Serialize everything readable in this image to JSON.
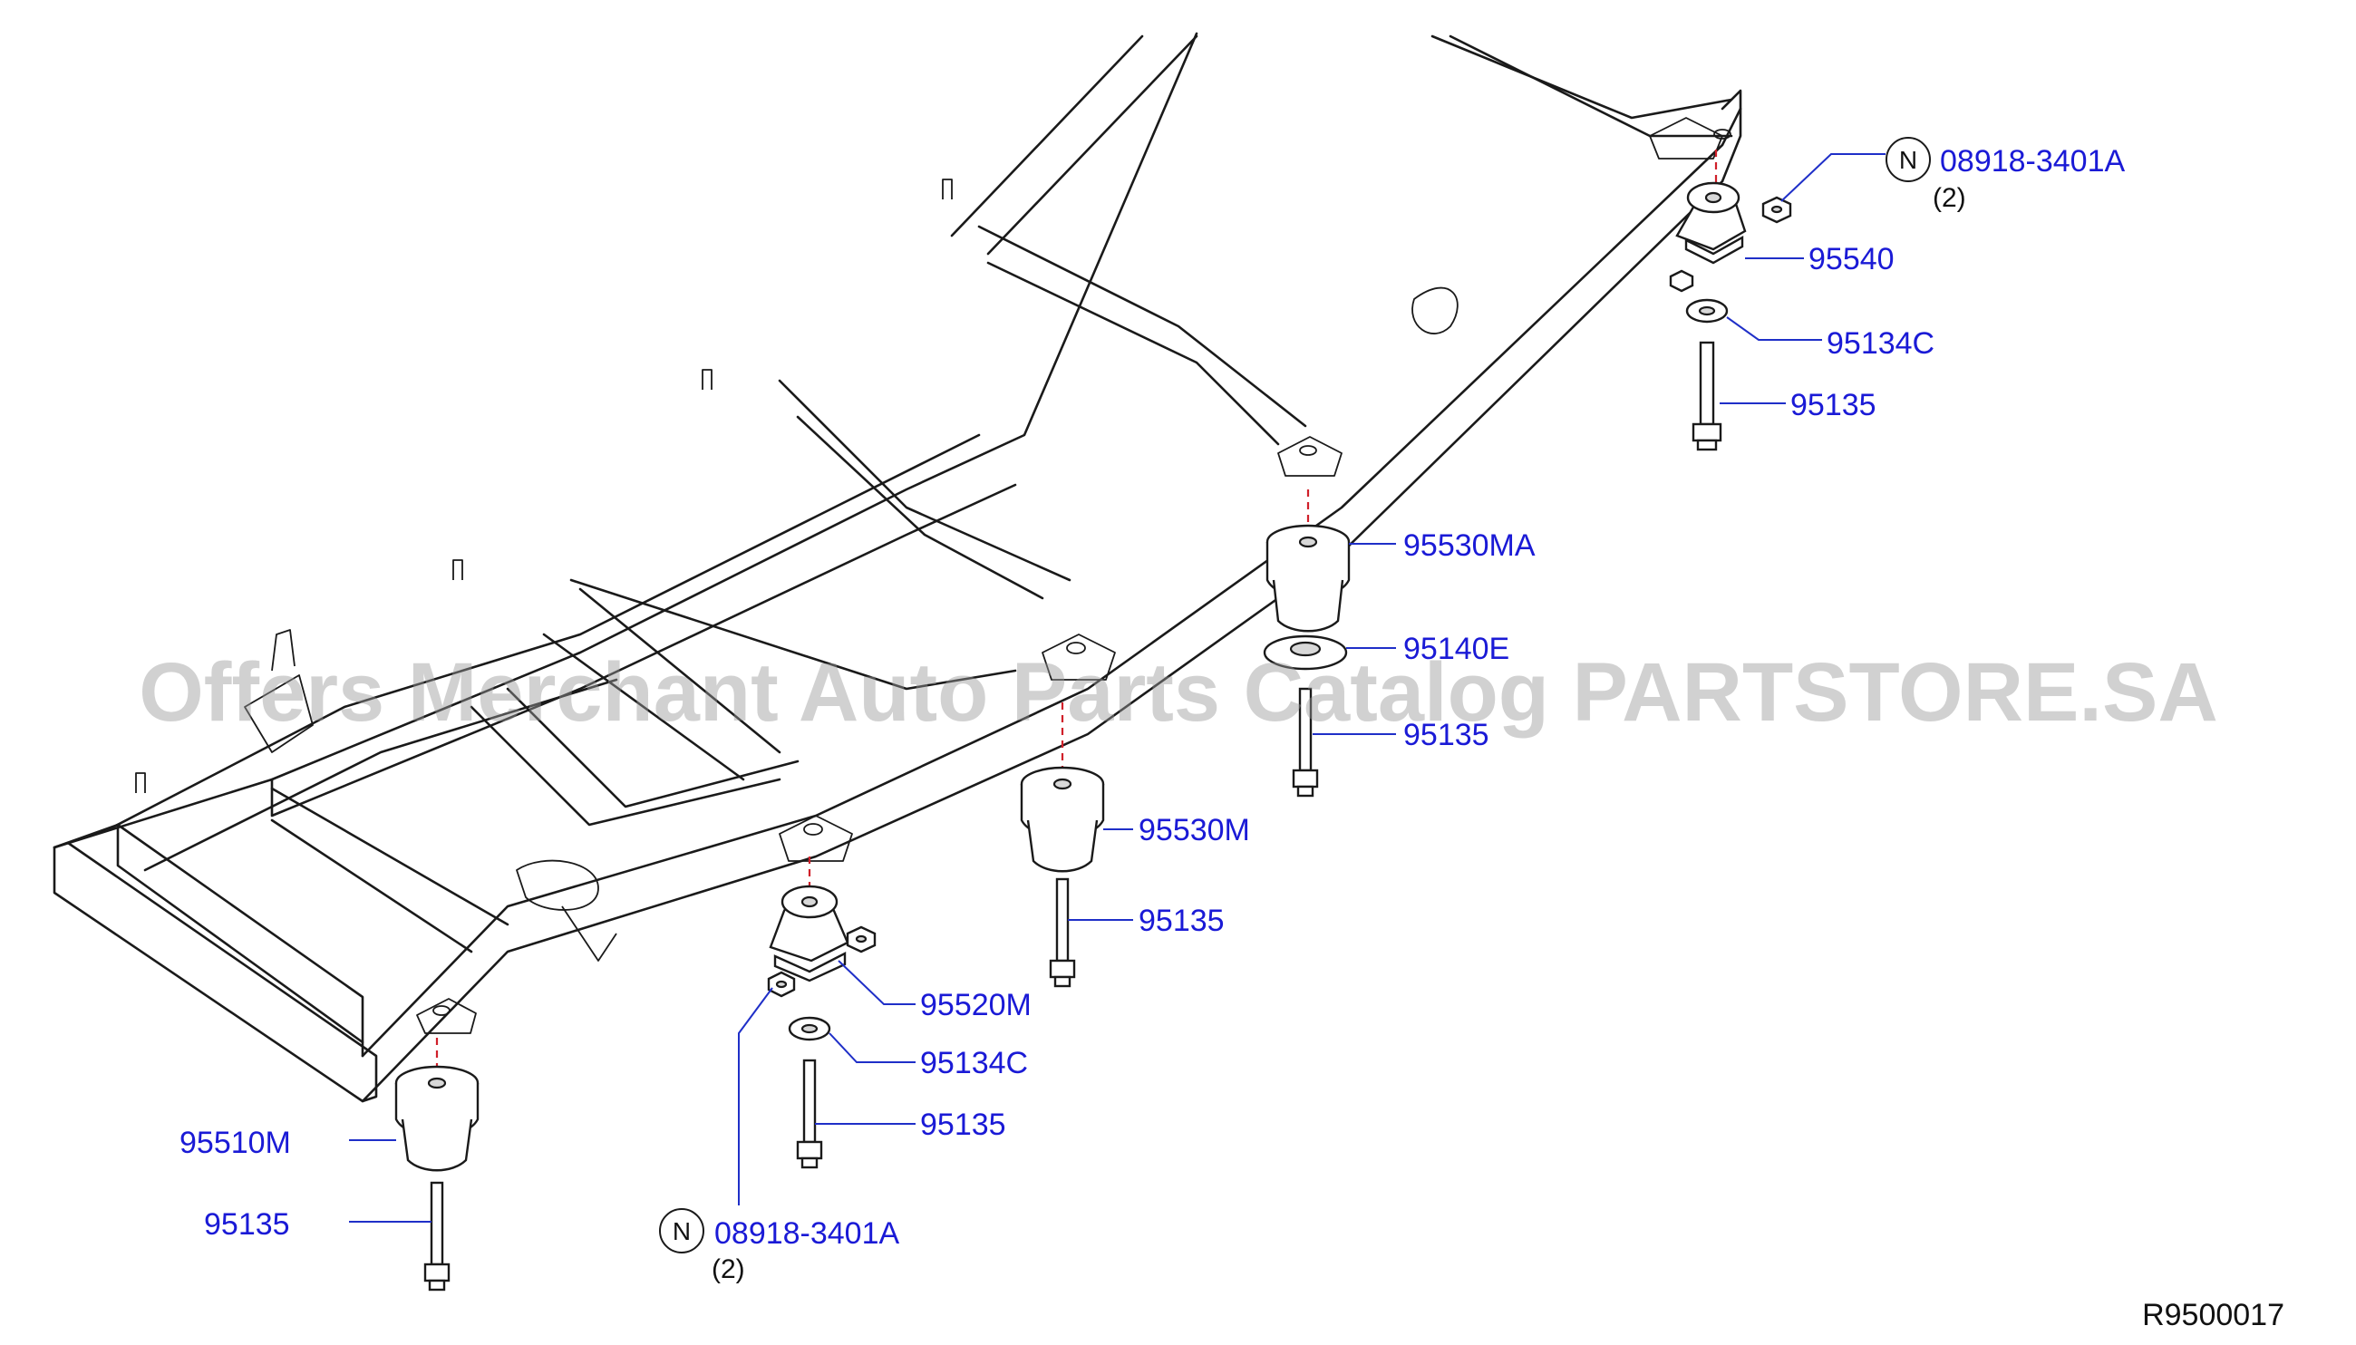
{
  "watermark": "Offers Merchant Auto Parts Catalog PARTSTORE.SA",
  "reference_code": "R9500017",
  "callouts": [
    {
      "id": "n-top",
      "part": "08918-3401A",
      "qty": "(2)",
      "mark": "N"
    },
    {
      "id": "95540",
      "part": "95540"
    },
    {
      "id": "95134c-top",
      "part": "95134C"
    },
    {
      "id": "95135-a",
      "part": "95135"
    },
    {
      "id": "95530ma",
      "part": "95530MA"
    },
    {
      "id": "95140e",
      "part": "95140E"
    },
    {
      "id": "95135-b",
      "part": "95135"
    },
    {
      "id": "95530m",
      "part": "95530M"
    },
    {
      "id": "95135-c",
      "part": "95135"
    },
    {
      "id": "95520m",
      "part": "95520M"
    },
    {
      "id": "95134c-bottom",
      "part": "95134C"
    },
    {
      "id": "95135-d",
      "part": "95135"
    },
    {
      "id": "95510m",
      "part": "95510M"
    },
    {
      "id": "95135-e",
      "part": "95135"
    },
    {
      "id": "n-bottom",
      "part": "08918-3401A",
      "qty": "(2)",
      "mark": "N"
    }
  ],
  "colors": {
    "label": "#1a1ad6",
    "leader": "#1f2fc8",
    "centerline": "#d0202a",
    "line": "#1a1a1a"
  }
}
